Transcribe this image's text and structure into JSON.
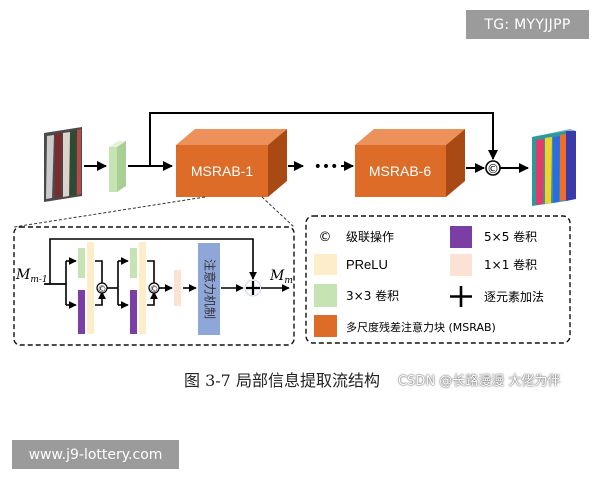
{
  "watermarks": {
    "top": "TG: MYYJJPP",
    "bottom": "www.j9-lottery.com"
  },
  "blocks": {
    "msrab1": "MSRAB-1",
    "msrab6": "MSRAB-6",
    "dots": "•••"
  },
  "concat_symbol": "©",
  "detail": {
    "input_label": "M",
    "input_sub": "m-1",
    "output_label": "M",
    "output_sub": "m",
    "attention": "注意力机制"
  },
  "legend": {
    "concat": "级联操作",
    "prelu": "PReLU",
    "conv3": "3×3 卷积",
    "msrab": "多尺度残差注意力块 (MSRAB)",
    "conv5": "5×5 卷积",
    "conv1": "1×1 卷积",
    "add": "逐元素加法"
  },
  "caption": "图 3-7  局部信息提取流结构",
  "csdn": "CSDN @长路漫漫 大佬为伴",
  "colors": {
    "msrab_front": "#dc6c28",
    "msrab_top": "#ec915a",
    "msrab_side": "#a94a14",
    "prelu": "#fdeec9",
    "conv3": "#c6e3b4",
    "conv5": "#7a3ea4",
    "conv1": "#fbe2d4",
    "attention": "#8ea6d8"
  }
}
